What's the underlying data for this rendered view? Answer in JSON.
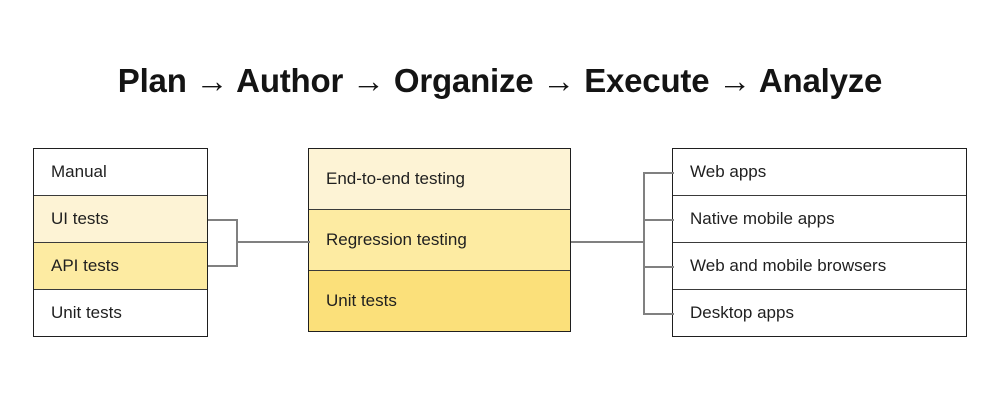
{
  "title": "Plan → Author → Organize → Execute → Analyze",
  "colors": {
    "background": "#ffffff",
    "text": "#1f1f1f",
    "box_border": "#1f1f1f",
    "row_divider": "#3a3a3a",
    "connector": "#808080",
    "yellow_light": "#fdf3d5",
    "yellow_medium": "#fdeba2",
    "yellow_dark": "#fbe07a",
    "white": "#ffffff"
  },
  "columns": {
    "left": {
      "name": "test-types",
      "rows": [
        {
          "label": "Manual",
          "fill": "#ffffff"
        },
        {
          "label": "UI tests",
          "fill": "#fdf3d5"
        },
        {
          "label": "API tests",
          "fill": "#fdeba2"
        },
        {
          "label": "Unit tests",
          "fill": "#ffffff"
        }
      ]
    },
    "middle": {
      "name": "test-levels",
      "rows": [
        {
          "label": "End-to-end testing",
          "fill": "#fdf3d5"
        },
        {
          "label": "Regression testing",
          "fill": "#fdeba2"
        },
        {
          "label": "Unit tests",
          "fill": "#fbe07a"
        }
      ]
    },
    "right": {
      "name": "platforms",
      "rows": [
        {
          "label": "Web apps",
          "fill": "#ffffff"
        },
        {
          "label": "Native mobile apps",
          "fill": "#ffffff"
        },
        {
          "label": "Web and mobile browsers",
          "fill": "#ffffff"
        },
        {
          "label": "Desktop apps",
          "fill": "#ffffff"
        }
      ]
    }
  }
}
